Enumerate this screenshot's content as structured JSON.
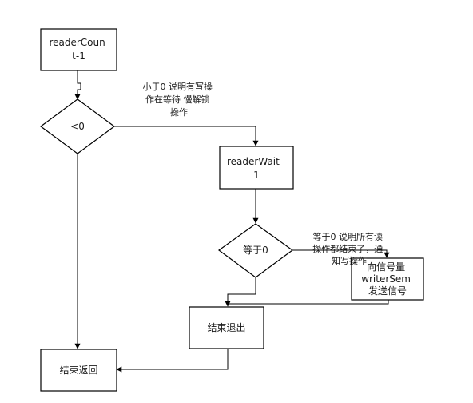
{
  "nodes": {
    "reader_count_dec": {
      "lines": [
        "readerCoun",
        "t-1"
      ]
    },
    "decision_lt0": {
      "lines": [
        "<0"
      ]
    },
    "reader_wait_dec": {
      "lines": [
        "readerWait-",
        "1"
      ]
    },
    "decision_eq0": {
      "lines": [
        "等于0"
      ]
    },
    "signal_writer": {
      "lines": [
        "向信号量",
        "writerSem",
        "发送信号"
      ]
    },
    "end_exit": {
      "lines": [
        "结束退出"
      ]
    },
    "end_return": {
      "lines": [
        "结束返回"
      ]
    }
  },
  "edge_labels": {
    "lt0_yes": {
      "lines": [
        "小于0 说明有写操",
        "作在等待  慢解锁",
        "操作"
      ]
    },
    "eq0_yes": {
      "lines": [
        "等于0  说明所有读",
        "操作都结束了，通",
        "知写操作"
      ]
    }
  },
  "colors": {
    "stroke": "#000000",
    "fill": "#ffffff",
    "text": "#1a1a1a"
  }
}
